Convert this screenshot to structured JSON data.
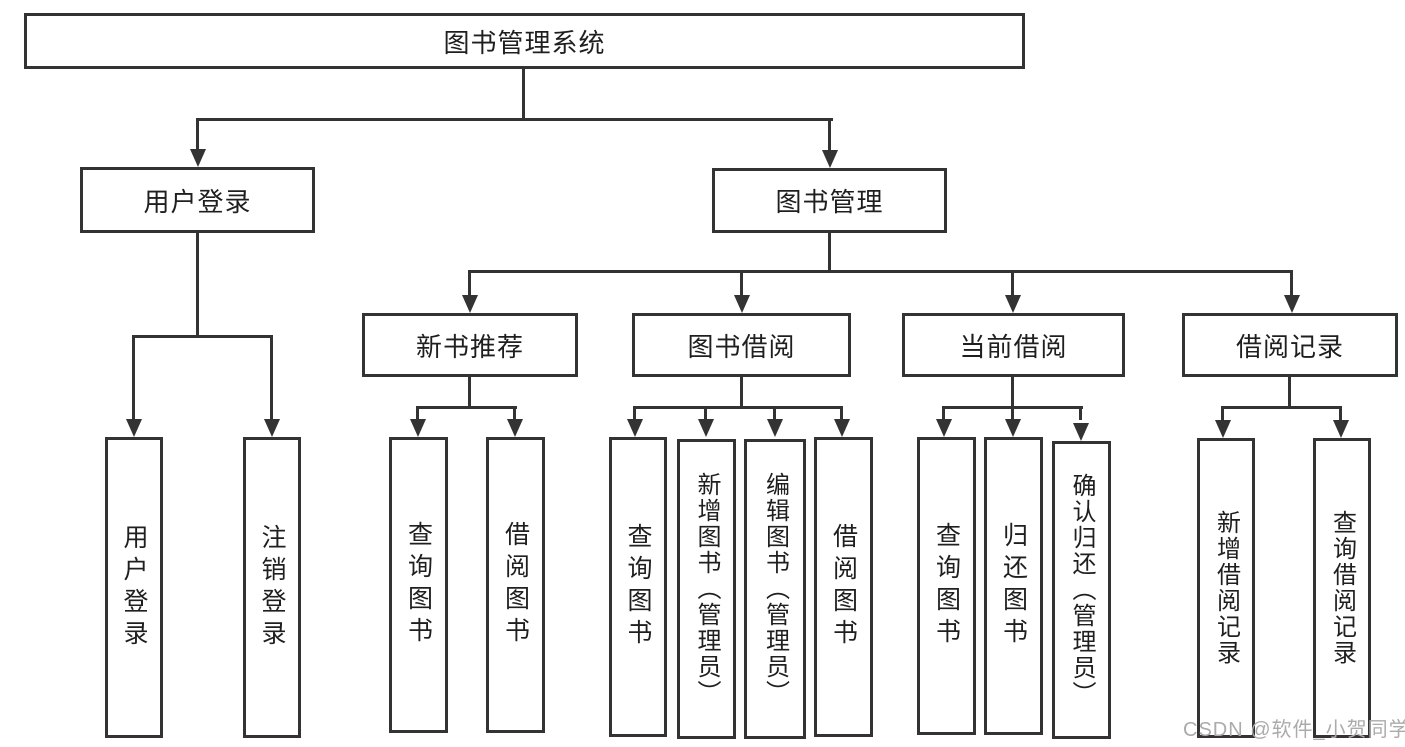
{
  "diagram": {
    "title": "图书管理系统",
    "level2": {
      "user_login": "用户登录",
      "book_mgmt": "图书管理"
    },
    "level3": {
      "new_book_rec": "新书推荐",
      "book_borrow": "图书借阅",
      "current_borrow": "当前借阅",
      "borrow_records": "借阅记录"
    },
    "leaves": {
      "user_login": "用户登录",
      "logout": "注销登录",
      "nbr_query_books": "查询图书",
      "nbr_borrow_books": "借阅图书",
      "bb_query_books": "查询图书",
      "bb_add_books": "新增图书（管理员）",
      "bb_edit_books": "编辑图书（管理员）",
      "bb_borrow_books": "借阅图书",
      "cb_query_books": "查询图书",
      "cb_return_books": "归还图书",
      "cb_confirm_return": "确认归还（管理员）",
      "br_add_record": "新增借阅记录",
      "br_query_record": "查询借阅记录"
    }
  },
  "watermark": "CSDN @软件_小贺同学",
  "colors": {
    "line": "#333333",
    "text": "#1f1f1f",
    "watermark": "#ababab",
    "background": "#ffffff"
  }
}
